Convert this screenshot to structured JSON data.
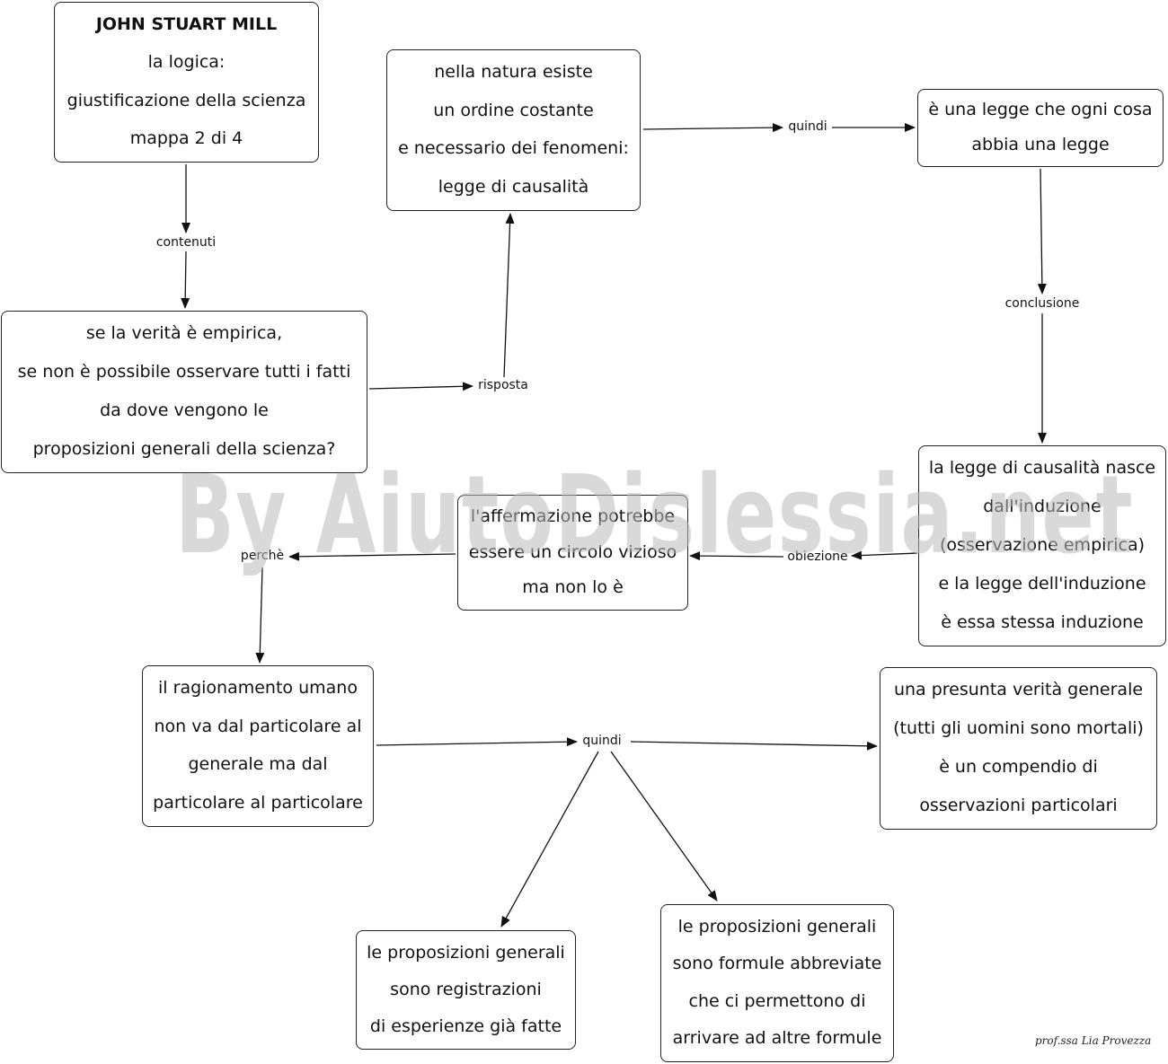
{
  "nodes": {
    "title": [
      "JOHN STUART MILL",
      "la logica:",
      "giustificazione  della scienza",
      "mappa 2 di 4"
    ],
    "question": [
      "se la verità è empirica,",
      "se non è possibile osservare  tutti i fatti",
      "da dove vengono le",
      "proposizioni generali della scienza?"
    ],
    "nature_order": [
      "nella natura esiste",
      "un ordine costante",
      "e necessario dei fenomeni:",
      "legge di causalità"
    ],
    "law_of_law": [
      "è una legge che ogni cosa",
      "abbia una legge"
    ],
    "causality_induction": [
      "la legge di causalità nasce",
      "dall'induzione",
      "(osservazione empirica)",
      "e la legge dell'induzione",
      "è essa stessa induzione"
    ],
    "vicious_circle": [
      "l'affermazione potrebbe",
      "essere un circolo vizioso",
      "ma non lo è"
    ],
    "human_reasoning": [
      "il ragionamento umano",
      "non va dal particolare al",
      "generale ma dal",
      "particolare al particolare"
    ],
    "presumed_truth": [
      "una presunta verità generale",
      "(tutti gli uomini sono mortali)",
      "è  un compendio di",
      "osservazioni particolari"
    ],
    "registrations": [
      "le proposizioni generali",
      "sono registrazioni",
      "di esperienze già fatte"
    ],
    "abbreviated_formulas": [
      "le proposizioni generali",
      "sono formule abbreviate",
      "che ci permettono di",
      "arrivare ad altre formule"
    ]
  },
  "labels": {
    "contenuti": "contenuti",
    "risposta": "risposta",
    "quindi_top": "quindi",
    "conclusione": "conclusione",
    "obiezione": "obiezione",
    "perche": "perchè",
    "quindi_bottom": "quindi"
  },
  "watermark": "By AiutoDislessia.net",
  "signature": "prof.ssa Lia Provezza",
  "colors": {
    "stroke": "#111111",
    "watermark": "#b9b9b9"
  }
}
